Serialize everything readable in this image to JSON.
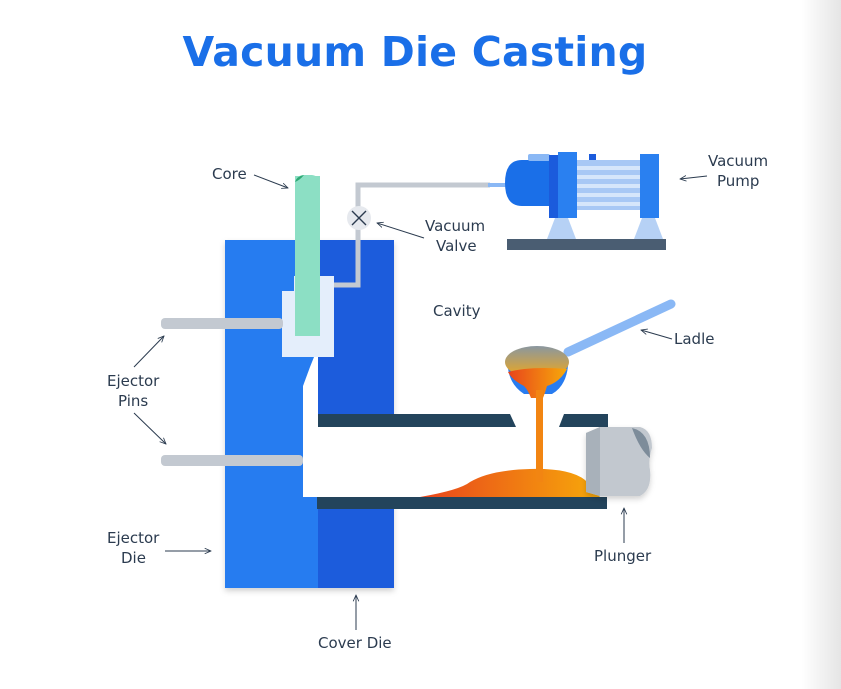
{
  "title": "Vacuum Die Casting",
  "labels": {
    "core": "Core",
    "vacuum_pump": [
      "Vacuum",
      "Pump"
    ],
    "vacuum_valve": [
      "Vacuum",
      "Valve"
    ],
    "cavity": "Cavity",
    "ladle": "Ladle",
    "ejector_pins": [
      "Ejector",
      "Pins"
    ],
    "ejector_die": [
      "Ejector",
      "Die"
    ],
    "plunger": "Plunger",
    "cover_die": "Cover Die"
  },
  "colors": {
    "title": "#1a6fe8",
    "ejector_die": "#287cf0",
    "cover_die": "#1b5bdc",
    "core": "#8cdfc4",
    "pipe": "#c3c9d1",
    "chamber": "#23445c",
    "molten_start": "#e8441c",
    "molten_end": "#f7a90a",
    "ladle_handle": "#8ab8f5",
    "plunger": "#c2c8cf",
    "pump_base": "#4a5d72",
    "label_text": "#2b3b4f"
  }
}
